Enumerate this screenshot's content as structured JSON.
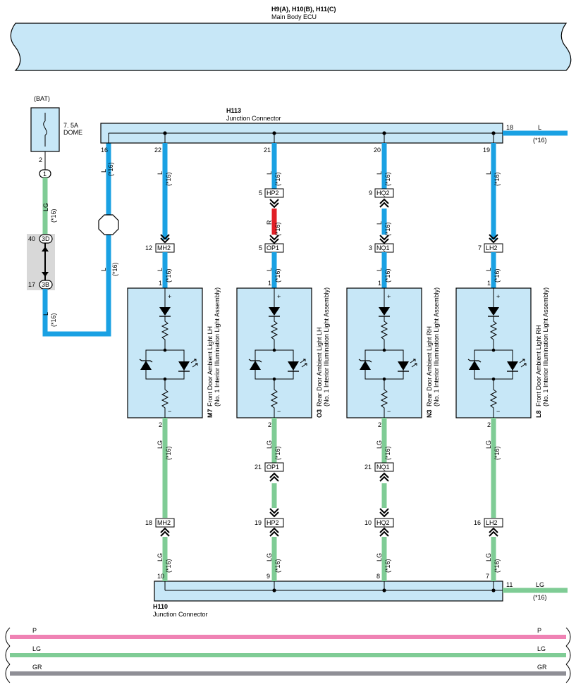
{
  "ecu": {
    "codes": "H9(A), H10(B), H11(C)",
    "name": "Main Body ECU"
  },
  "bat": {
    "label": "(BAT)",
    "fuse_rating": "7. 5A",
    "fuse_name": "DOME",
    "pin": "2",
    "conn_id": "1"
  },
  "left_path": {
    "wire1_color": "LG",
    "wire1_note": "(*16)",
    "conn_top_pin": "40",
    "conn_top_id": "3D",
    "conn_bottom_pin": "17",
    "conn_bottom_id": "3B",
    "wire2_color": "L",
    "wire2_note": "(*16)",
    "pin16": "16",
    "wire3_color": "L",
    "wire3_note": "(*16)",
    "wire4_color": "L",
    "wire4_note": "(*16)"
  },
  "h113": {
    "code": "H113",
    "name": "Junction Connector",
    "out_pin": "18",
    "out_color": "L",
    "out_note": "(*16)"
  },
  "h110": {
    "code": "H110",
    "name": "Junction Connector",
    "out_pin": "11",
    "out_color": "LG",
    "out_note": "(*16)"
  },
  "branches": [
    {
      "top_pin": "22",
      "top_color": "L",
      "top_note": "(*16)",
      "mid_conn": null,
      "in_conn_pin": "12",
      "in_conn": "MH2",
      "in_color": "L",
      "in_note": "(*16)",
      "dev_pin_in": "1",
      "dev_pin_out": "2",
      "plus": "+",
      "minus": "−",
      "dev_code": "M7",
      "dev_name": "Front Door Ambient Light LH",
      "dev_sub": "(No. 1 Interior Illumination Light Assembly)",
      "out_color": "LG",
      "out_note": "(*16)",
      "out_mid_conn": null,
      "out_conn_pin": "18",
      "out_conn": "MH2",
      "bottom_color": "LG",
      "bottom_note": "(*16)",
      "bottom_pin": "10"
    },
    {
      "top_pin": "21",
      "top_color": "L",
      "top_note": "(*16)",
      "mid_conn": {
        "pin": "5",
        "id": "HP2",
        "color": "R",
        "note": "(*16)"
      },
      "in_conn_pin": "5",
      "in_conn": "OP1",
      "in_color": "L",
      "in_note": "(*16)",
      "dev_pin_in": "1",
      "dev_pin_out": "2",
      "plus": "+",
      "minus": "−",
      "dev_code": "O3",
      "dev_name": "Rear Door Ambient Light LH",
      "dev_sub": "(No. 1 Interior Illumination Light Assembly)",
      "out_color": "LG",
      "out_note": "(*16)",
      "out_mid_conn": {
        "pin": "21",
        "id": "OP1"
      },
      "out_conn_pin": "19",
      "out_conn": "HP2",
      "bottom_color": "LG",
      "bottom_note": "(*16)",
      "bottom_pin": "9"
    },
    {
      "top_pin": "20",
      "top_color": "L",
      "top_note": "(*16)",
      "mid_conn": {
        "pin": "9",
        "id": "HQ2",
        "color": "L",
        "note": "(*16)"
      },
      "in_conn_pin": "3",
      "in_conn": "NQ1",
      "in_color": "L",
      "in_note": "(*16)",
      "dev_pin_in": "1",
      "dev_pin_out": "2",
      "plus": "+",
      "minus": "−",
      "dev_code": "N3",
      "dev_name": "Rear Door Ambient Light RH",
      "dev_sub": "(No. 1 Interior Illumination Light Assembly)",
      "out_color": "LG",
      "out_note": "(*16)",
      "out_mid_conn": {
        "pin": "21",
        "id": "NQ1"
      },
      "out_conn_pin": "10",
      "out_conn": "HQ2",
      "bottom_color": "LG",
      "bottom_note": "(*16)",
      "bottom_pin": "8"
    },
    {
      "top_pin": "19",
      "top_color": "L",
      "top_note": "(*16)",
      "mid_conn": null,
      "in_conn_pin": "7",
      "in_conn": "LH2",
      "in_color": "L",
      "in_note": "(*16)",
      "dev_pin_in": "1",
      "dev_pin_out": "2",
      "plus": "+",
      "minus": "−",
      "dev_code": "L8",
      "dev_name": "Front Door Ambient Light RH",
      "dev_sub": "(No. 1 Interior Illumination Light Assembly)",
      "out_color": "LG",
      "out_note": "(*16)",
      "out_mid_conn": null,
      "out_conn_pin": "16",
      "out_conn": "LH2",
      "bottom_color": "LG",
      "bottom_note": "(*16)",
      "bottom_pin": "7"
    }
  ],
  "buses": [
    {
      "label": "P",
      "color": "#ef82b4"
    },
    {
      "label": "LG",
      "color": "#7fcc95"
    },
    {
      "label": "GR",
      "color": "#8f8f96"
    }
  ]
}
